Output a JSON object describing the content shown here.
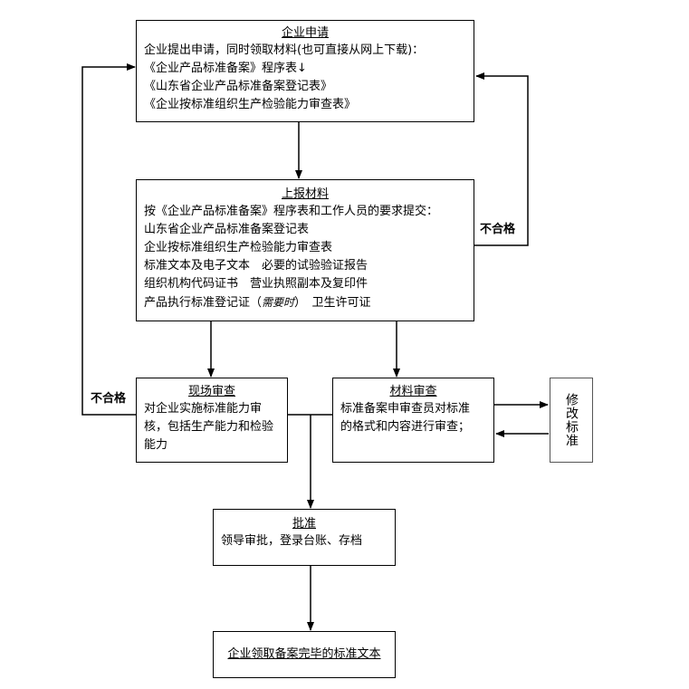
{
  "diagram": {
    "apply": {
      "title": "企业申请",
      "lines": [
        "企业提出申请，同时领取材料(也可直接从网上下载)：",
        "《企业产品标准备案》程序表↓",
        "《山东省企业产品标准备案登记表》",
        "《企业按标准组织生产检验能力审查表》"
      ]
    },
    "submit": {
      "title": "上报材料",
      "lines": [
        "按《企业产品标准备案》程序表和工作人员的要求提交：",
        "山东省企业产品标准备案登记表",
        "企业按标准组织生产检验能力审查表",
        "标准文本及电子文本　必要的试验验证报告",
        "组织机构代码证书　营业执照副本及复印件"
      ],
      "last_line_prefix": "产品执行标准登记证（",
      "last_line_italic": "需要时",
      "last_line_suffix": "）　卫生许可证"
    },
    "onsite": {
      "title": "现场审查",
      "lines": [
        "对企业实施标准能力审",
        "核，包括生产能力和检验",
        "能力"
      ]
    },
    "material": {
      "title": "材料审查",
      "lines": [
        "标准备案申审查员对标准",
        "的格式和内容进行审查；"
      ]
    },
    "revise": {
      "text": "修改标准"
    },
    "approve": {
      "title": "批准",
      "lines": [
        "领导审批，登录台账、存档"
      ]
    },
    "final": {
      "text": "企业领取备案完毕的标准文本"
    },
    "fail_left": "不合格",
    "fail_right": "不合格"
  }
}
